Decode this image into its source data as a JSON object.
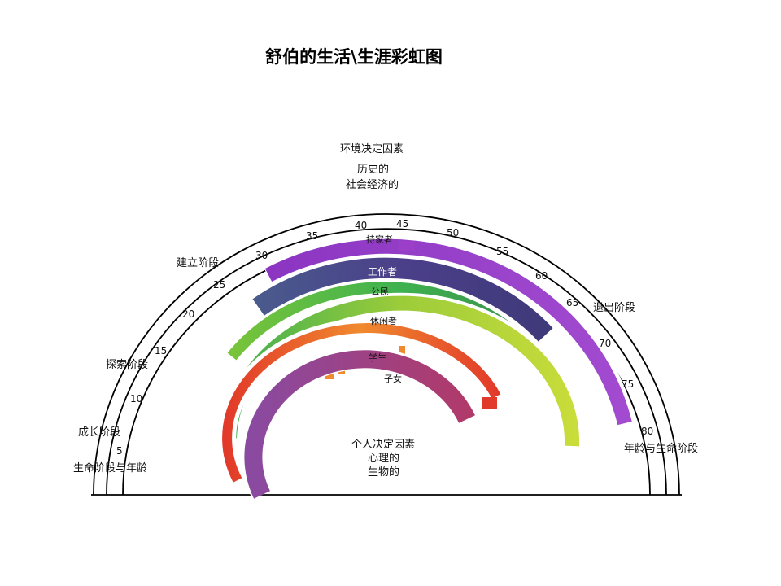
{
  "title": "舒伯的生活\\生涯彩虹图",
  "top_labels": {
    "line1": "环境决定因素",
    "line2": "历史的",
    "line3": "社会经济的"
  },
  "center_labels": {
    "line1": "个人决定因素",
    "line2": "心理的",
    "line3": "生物的"
  },
  "stage_labels": {
    "life_stage": "生命阶段与年龄",
    "growth": "成长阶段",
    "exploration": "探索阶段",
    "establishment": "建立阶段",
    "decline": "退出阶段",
    "age_life_stage": "年龄与生命阶段"
  },
  "age_ticks": [
    "5",
    "10",
    "15",
    "20",
    "25",
    "30",
    "35",
    "40",
    "45",
    "50",
    "55",
    "60",
    "65",
    "70",
    "75",
    "80"
  ],
  "roles": [
    {
      "label": "持家者",
      "color": "#9b3fc8"
    },
    {
      "label": "工作者",
      "color": "#4d3f86"
    },
    {
      "label": "公民",
      "color": "#3fae4f"
    },
    {
      "label": "休闲者",
      "color": "#7cc43a"
    },
    {
      "label": "学生",
      "color": "#e8792c"
    },
    {
      "label": "子女",
      "color": "#a83b7a"
    }
  ]
}
